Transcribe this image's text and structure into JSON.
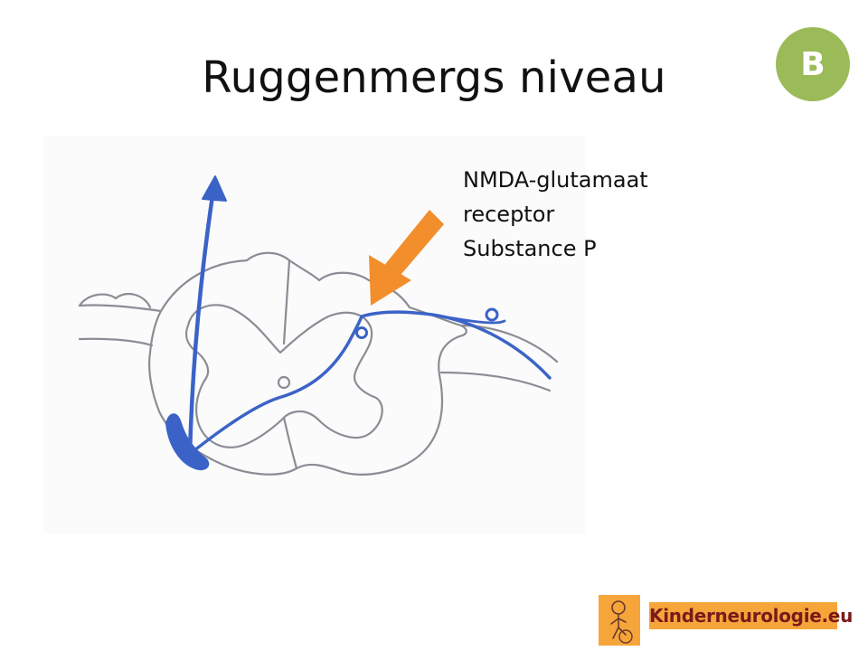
{
  "slide": {
    "title": "Ruggenmergs niveau",
    "badge": "B",
    "labels": [
      "NMDA-glutamaat",
      "receptor",
      "Substance P"
    ]
  },
  "logo": {
    "text": "Kinderneurologie.eu"
  },
  "colors": {
    "badge": "#9bbb59",
    "arrow": "#f28e2b",
    "neuron": "#3b63c7",
    "outline": "#8c8c96",
    "logo_bg": "#f6a53a"
  }
}
